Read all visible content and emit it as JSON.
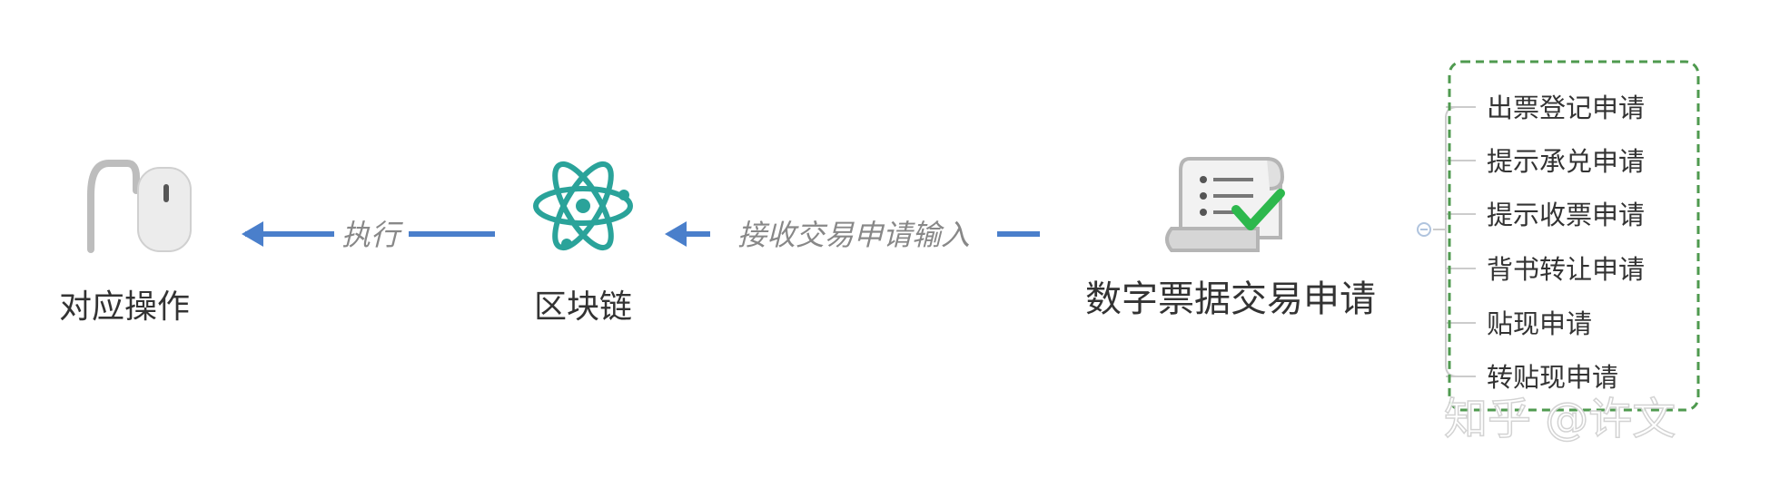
{
  "nodes": {
    "operation": {
      "label": "对应操作",
      "icon": "mouse-icon"
    },
    "blockchain": {
      "label": "区块链",
      "icon": "atom-icon"
    },
    "application": {
      "label": "数字票据交易申请",
      "icon": "scroll-checkmark-icon"
    }
  },
  "edges": {
    "execute": {
      "label": "执行"
    },
    "receive": {
      "label": "接收交易申请输入"
    }
  },
  "request_list": {
    "items": [
      "出票登记申请",
      "提示承兑申请",
      "提示收票申请",
      "背书转让申请",
      "贴现申请",
      "转贴现申请"
    ]
  },
  "watermark": {
    "text": "知乎 @许文"
  },
  "colors": {
    "arrow": "#4a7fcb",
    "atom": "#2aa39a",
    "check": "#2db84d",
    "dashed_border": "#4f9a4f",
    "icon_gray": "#b8b8b8"
  }
}
